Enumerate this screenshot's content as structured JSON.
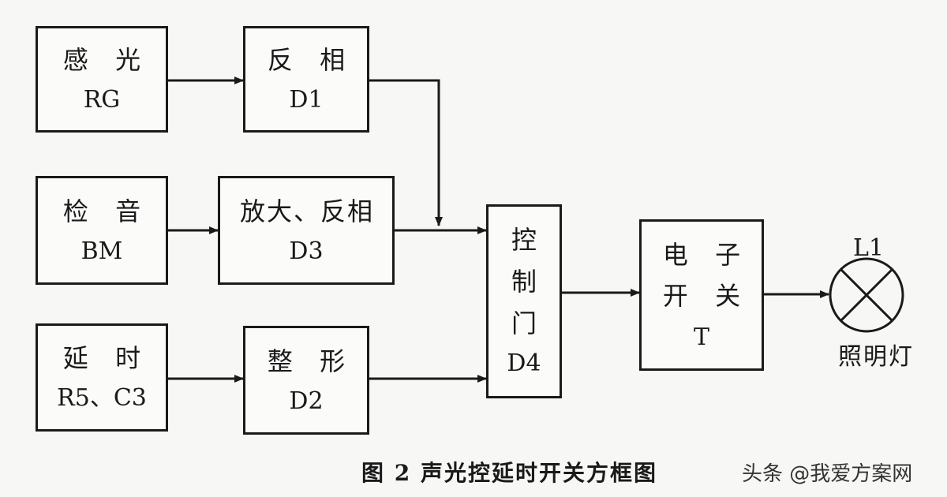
{
  "blocks": {
    "light_sense": {
      "name": "感 光",
      "code": "RG"
    },
    "invert1": {
      "name": "反 相",
      "code": "D1"
    },
    "sound_detect": {
      "name": "检 音",
      "code": "BM"
    },
    "amp_invert": {
      "name": "放大、反相",
      "code": "D3"
    },
    "delay": {
      "name": "延 时",
      "code": "R5、C3"
    },
    "shaper": {
      "name": "整 形",
      "code": "D2"
    },
    "gate": {
      "chars": [
        "控",
        "制",
        "门",
        "D4"
      ]
    },
    "switch": {
      "line1": "电 子",
      "line2": "开 关",
      "code": "T"
    }
  },
  "lamp": {
    "label": "L1",
    "name": "照明灯"
  },
  "caption": "图 2   声光控延时开关方框图",
  "watermark": "头条 @我爱方案网"
}
